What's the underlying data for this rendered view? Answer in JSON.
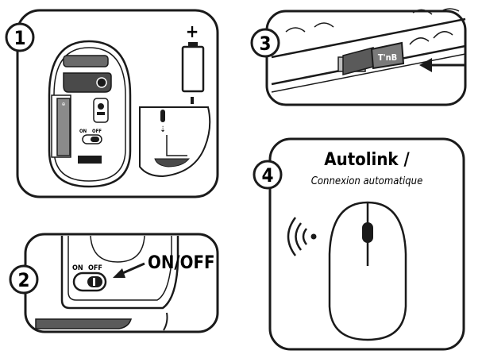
{
  "steps": [
    {
      "number": "1",
      "battery_plus": "+",
      "battery_minus": "-",
      "switch_on": "ON",
      "switch_off": "OFF"
    },
    {
      "number": "2",
      "switch_on": "ON",
      "switch_off": "OFF",
      "callout": "ON/OFF"
    },
    {
      "number": "3",
      "dongle_brand": "T'nB"
    },
    {
      "number": "4",
      "title": "Autolink /",
      "subtitle": "Connexion automatique"
    }
  ],
  "colors": {
    "outline": "#1a1a1a",
    "dark_fill": "#4a4a4a",
    "mid_fill": "#7a7a7a",
    "light_fill": "#bdbdbd",
    "paper": "#ffffff"
  }
}
